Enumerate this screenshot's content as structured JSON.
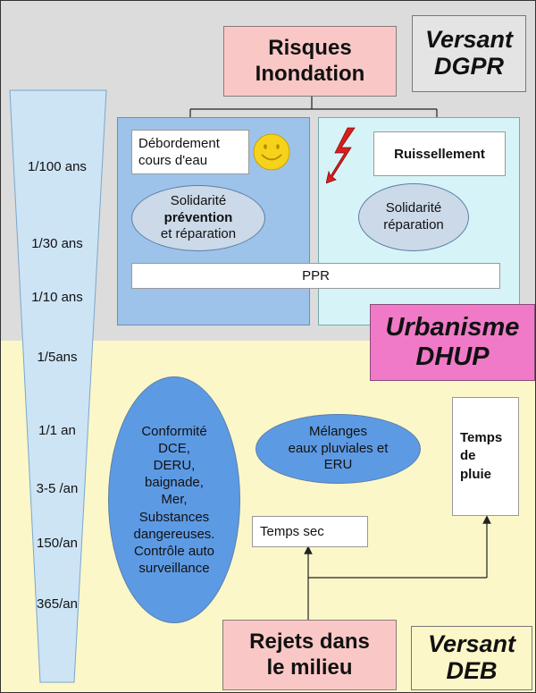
{
  "titles": {
    "risques": "Risques\nInondation",
    "versant_dgpr": "Versant\nDGPR",
    "urbanisme": "Urbanisme\nDHUP",
    "rejets": "Rejets dans\nle milieu",
    "versant_deb": "Versant\nDEB"
  },
  "frequency_scale": [
    "1/100 ans",
    "1/30 ans",
    "1/10 ans",
    "1/5ans",
    "1/1 an",
    "3-5 /an",
    "150/an",
    "365/an"
  ],
  "left_panel": {
    "debordement": "Débordement\ncours d'eau",
    "solidarite_line1": "Solidarité",
    "solidarite_line2": "prévention",
    "solidarite_line3": "et réparation"
  },
  "right_panel": {
    "ruissellement": "Ruissellement",
    "solidarite": "Solidarité\nréparation"
  },
  "ppr": "PPR",
  "conformite": "Conformité\nDCE,\nDERU,\nbaignade,\nMer,\nSubstances\ndangereuses.\nContrôle auto\nsurveillance",
  "melanges": "Mélanges\neaux pluviales et\nERU",
  "temps_sec": "Temps sec",
  "temps_pluie": "Temps\nde\npluie",
  "icons": [
    "smiley-icon",
    "lightning-icon"
  ],
  "colors": {
    "top_background": "#dcdcdc",
    "bottom_background": "#fbf7c9",
    "title_pink": "#f9c8c6",
    "urbanisme_magenta": "#f07ac8",
    "left_panel_blue": "#9dc3ea",
    "right_panel_cyan": "#d6f4f8",
    "ellipse_blue": "#5d9ae4",
    "scale_blue": "#cde4f5"
  }
}
